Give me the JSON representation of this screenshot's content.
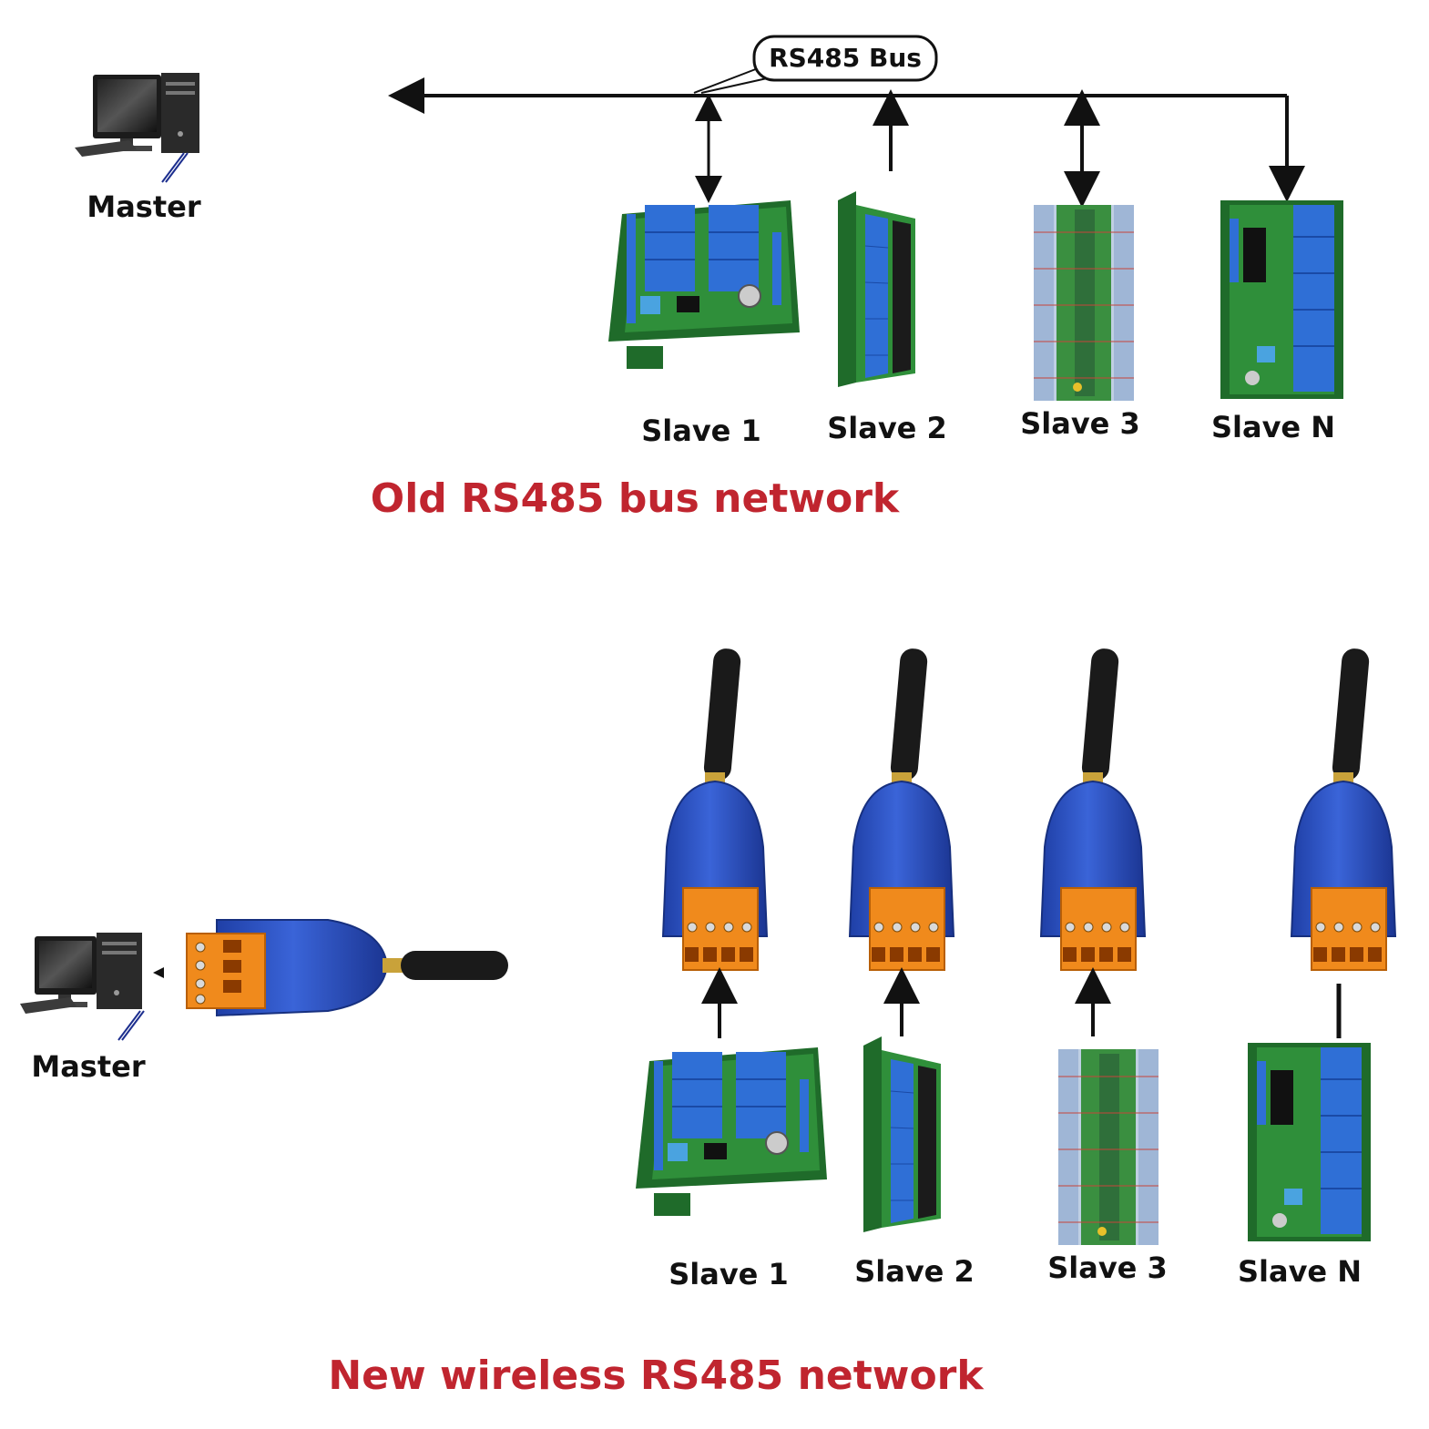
{
  "old_network": {
    "caption": "Old RS485 bus network",
    "bus_label": "RS485 Bus",
    "master_label": "Master",
    "slaves": [
      "Slave 1",
      "Slave 2",
      "Slave 3",
      "Slave N"
    ]
  },
  "new_network": {
    "caption": "New wireless RS485 network",
    "master_label": "Master",
    "slaves": [
      "Slave 1",
      "Slave 2",
      "Slave 3",
      "Slave N"
    ]
  },
  "colors": {
    "caption": "#c0252f",
    "pcb_green": "#2f8f3a",
    "relay_blue": "#2f6fd6",
    "rail_green": "#1f6b2a",
    "dongle_blue": "#2b4fc4",
    "terminal_orange": "#f08a1c",
    "antenna": "#1a1a1a",
    "line": "#111111"
  }
}
